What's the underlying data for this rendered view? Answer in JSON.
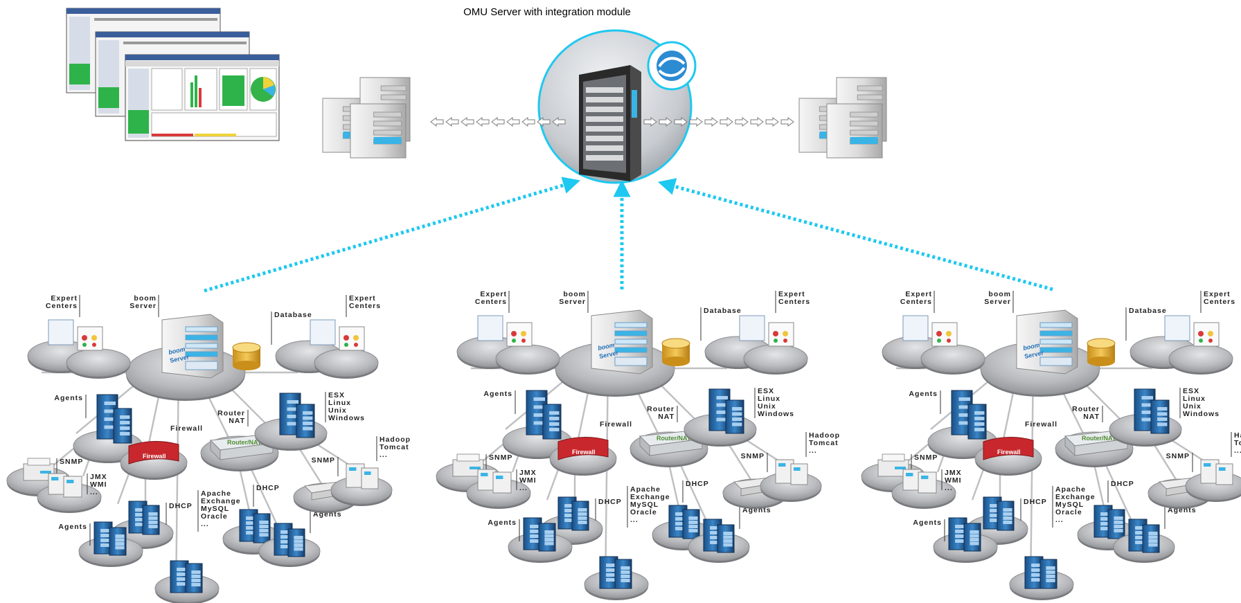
{
  "title": "OMU Server with integration module",
  "colors": {
    "accent": "#1ec8f0",
    "disc": "#b9babd",
    "server_blue": "#2d6ca8",
    "firewall_red": "#c8282d",
    "router_green": "#5a9a3a",
    "db_gold": "#e8b33a"
  },
  "icons": {
    "console": "monitoring-console-screenshots",
    "central": "omu-server-icon",
    "module": "integration-module-badge",
    "peer": "server-tower-icon"
  },
  "clusters": [
    {
      "labels": {
        "boom_server": [
          "boom",
          "Server"
        ],
        "boom_logo": [
          "boom",
          "Server"
        ],
        "database": "Database",
        "expert_left": [
          "Expert",
          "Centers"
        ],
        "expert_right": [
          "Expert",
          "Centers"
        ],
        "firewall": "Firewall",
        "firewall_sign": "Firewall",
        "router": [
          "Router",
          "NAT"
        ],
        "router_sign": "Router/NAT",
        "os": [
          "ESX",
          "Linux",
          "Unix",
          "Windows"
        ],
        "agents_top": "Agents",
        "snmp_left": "SNMP",
        "jmx": [
          "JMX",
          "WMI",
          "..."
        ],
        "dhcp_left": "DHCP",
        "agents_bottom": "Agents",
        "apps": [
          "Apache",
          "Exchange",
          "MySQL",
          "Oracle",
          "..."
        ],
        "dhcp_right": "DHCP",
        "agents_right": "Agents",
        "hadoop": [
          "Hadoop",
          "Tomcat",
          "..."
        ],
        "snmp_right": "SNMP"
      }
    },
    {
      "labels": {
        "boom_server": [
          "boom",
          "Server"
        ],
        "boom_logo": [
          "boom",
          "Server"
        ],
        "database": "Database",
        "expert_left": [
          "Expert",
          "Centers"
        ],
        "expert_right": [
          "Expert",
          "Centers"
        ],
        "firewall": "Firewall",
        "firewall_sign": "Firewall",
        "router": [
          "Router",
          "NAT"
        ],
        "router_sign": "Router/NAT",
        "os": [
          "ESX",
          "Linux",
          "Unix",
          "Windows"
        ],
        "agents_top": "Agents",
        "snmp_left": "SNMP",
        "jmx": [
          "JMX",
          "WMI",
          "..."
        ],
        "dhcp_left": "DHCP",
        "agents_bottom": "Agents",
        "apps": [
          "Apache",
          "Exchange",
          "MySQL",
          "Oracle",
          "..."
        ],
        "dhcp_right": "DHCP",
        "agents_right": "Agents",
        "hadoop": [
          "Hadoop",
          "Tomcat",
          "..."
        ],
        "snmp_right": "SNMP"
      }
    },
    {
      "labels": {
        "boom_server": [
          "boom",
          "Server"
        ],
        "boom_logo": [
          "boom",
          "Server"
        ],
        "database": "Database",
        "expert_left": [
          "Expert",
          "Centers"
        ],
        "expert_right": [
          "Expert",
          "Centers"
        ],
        "firewall": "Firewall",
        "firewall_sign": "Firewall",
        "router": [
          "Router",
          "NAT"
        ],
        "router_sign": "Router/NAT",
        "os": [
          "ESX",
          "Linux",
          "Unix",
          "Windows"
        ],
        "agents_top": "Agents",
        "snmp_left": "SNMP",
        "jmx": [
          "JMX",
          "WMI",
          "..."
        ],
        "dhcp_left": "DHCP",
        "agents_bottom": "Agents",
        "apps": [
          "Apache",
          "Exchange",
          "MySQL",
          "Oracle",
          "..."
        ],
        "dhcp_right": "DHCP",
        "agents_right": "Agents",
        "hadoop": [
          "Hadoop",
          "Tomcat",
          "..."
        ],
        "snmp_right": "SNMP"
      }
    }
  ]
}
